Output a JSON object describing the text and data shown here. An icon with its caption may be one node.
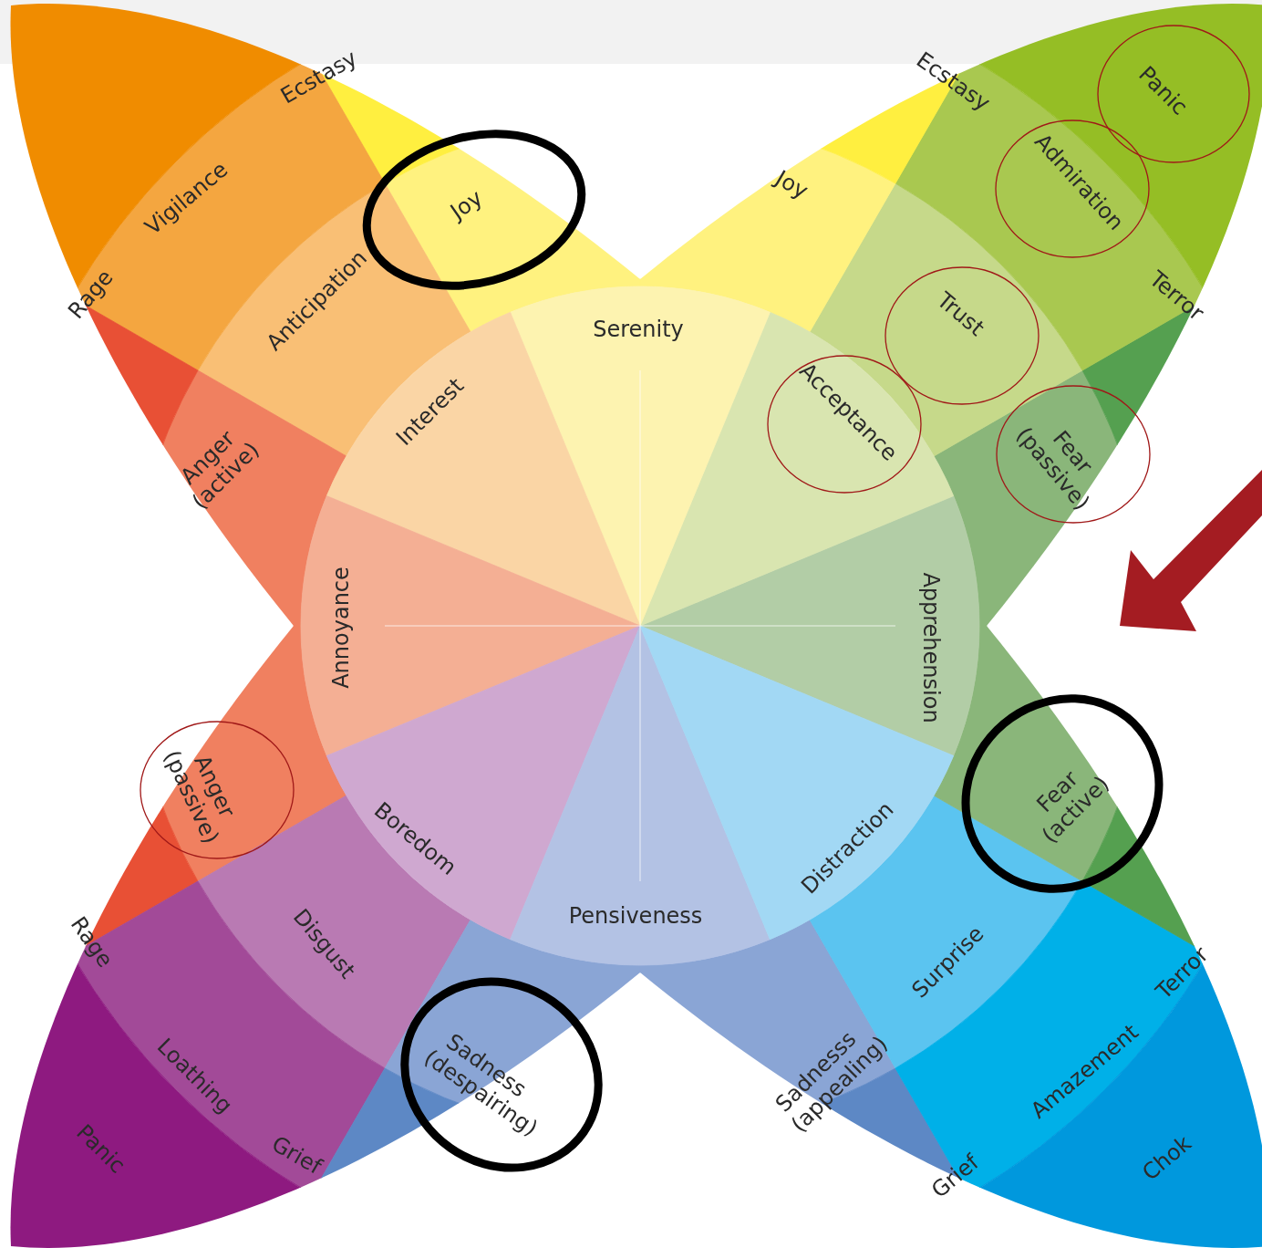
{
  "diagram": {
    "labels": [
      "Ecstasy",
      "Ecstasy",
      "Panic",
      "Joy",
      "Vigilance",
      "Joy",
      "Admiration",
      "Rage",
      "Anticipation",
      "Terror",
      "Serenity",
      "Trust",
      "Interest",
      "Acceptance",
      "Anger (active)",
      "Fear (passive)",
      "Annoyance",
      "Apprehension",
      "Anger (passive)",
      "Fear (active)",
      "Boredom",
      "Distraction",
      "Rage",
      "Disgust",
      "Pensiveness",
      "Surprise",
      "Terror",
      "Loathing",
      "Sadness (despairing)",
      "Sadnesss (appealing)",
      "Amazement",
      "Panic",
      "Grief",
      "Grief",
      "Chok"
    ]
  }
}
